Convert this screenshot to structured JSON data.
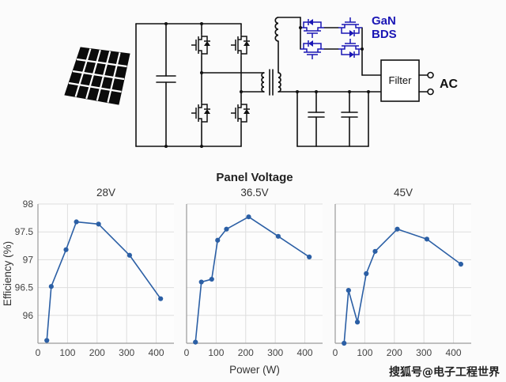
{
  "circuit": {
    "gan_label_line1": "GaN",
    "gan_label_line2": "BDS",
    "filter_label": "Filter",
    "ac_label": "AC",
    "accent_blue": "#1a16b5"
  },
  "watermark": "搜狐号@电子工程世界",
  "chart_data": {
    "type": "line",
    "title": "Panel Voltage",
    "xlabel": "Power (W)",
    "ylabel": "Efficiency (%)",
    "ylim": [
      95.5,
      98
    ],
    "xlim": [
      0,
      460
    ],
    "yticks": [
      96,
      96.5,
      97,
      97.5,
      98
    ],
    "xticks": [
      0,
      100,
      200,
      300,
      400
    ],
    "line_color": "#2b5fa5",
    "grid": true,
    "legend_position": "none",
    "panels": [
      {
        "label": "28V",
        "points": [
          [
            30,
            95.55
          ],
          [
            45,
            96.52
          ],
          [
            95,
            97.18
          ],
          [
            130,
            97.68
          ],
          [
            205,
            97.64
          ],
          [
            310,
            97.08
          ],
          [
            415,
            96.3
          ]
        ]
      },
      {
        "label": "36.5V",
        "points": [
          [
            30,
            95.52
          ],
          [
            50,
            96.6
          ],
          [
            85,
            96.65
          ],
          [
            105,
            97.35
          ],
          [
            135,
            97.55
          ],
          [
            210,
            97.77
          ],
          [
            310,
            97.42
          ],
          [
            415,
            97.05
          ]
        ]
      },
      {
        "label": "45V",
        "points": [
          [
            30,
            95.5
          ],
          [
            45,
            96.45
          ],
          [
            75,
            95.88
          ],
          [
            105,
            96.75
          ],
          [
            135,
            97.15
          ],
          [
            210,
            97.55
          ],
          [
            310,
            97.37
          ],
          [
            425,
            96.92
          ]
        ]
      }
    ]
  }
}
